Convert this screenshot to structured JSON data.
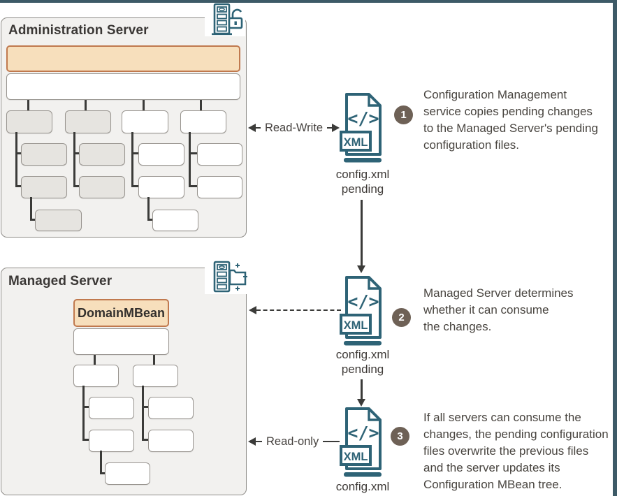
{
  "admin_panel": {
    "title": "Administration Server"
  },
  "managed_panel": {
    "title": "Managed Server",
    "root_node_label": "DomainMBean"
  },
  "file_icon": {
    "code": "</>",
    "format": "XML"
  },
  "files": {
    "pending_admin": {
      "label": "config.xml\npending"
    },
    "pending_managed": {
      "label": "config.xml\npending"
    },
    "final": {
      "label": "config.xml"
    }
  },
  "connectors": {
    "read_write_label": "Read-Write",
    "read_only_label": "Read-only"
  },
  "steps": [
    {
      "number": "1",
      "text": "Configuration Management\nservice copies pending changes\nto the Managed Server's pending\nconfiguration files."
    },
    {
      "number": "2",
      "text": "Managed Server determines\nwhether it can consume\nthe changes."
    },
    {
      "number": "3",
      "text": "If all servers can consume the\nchanges, the pending configuration\nfiles overwrite the previous files\nand the server updates its\nConfiguration MBean tree."
    }
  ],
  "colors": {
    "teal_icon": "#2e6376",
    "page_border": "#3d5a67",
    "orange_fill": "#f7dfbc",
    "orange_border": "#c0794e",
    "panel_bg": "#f2f1ef",
    "gray_node_fill": "#e6e4e0",
    "step_badge": "#6e6156",
    "connector": "#3b3b39"
  }
}
